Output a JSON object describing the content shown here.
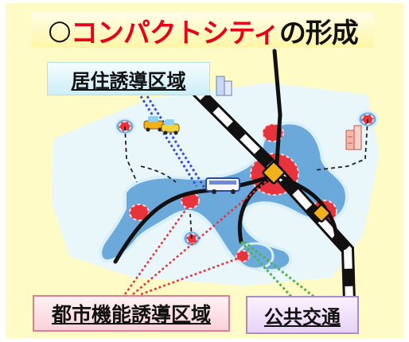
{
  "title": {
    "mark": "○",
    "emphasis": "コンパクトシティ",
    "rest": "の形成"
  },
  "labels": {
    "residential": "居住誘導区域",
    "urban": "都市機能誘導区域",
    "transit": "公共交通"
  },
  "colors": {
    "background": "#fffbc7",
    "residential_zone": "#6aa9d9",
    "urban_zone": "#e8323c",
    "rail": "#111111",
    "road": "#111111",
    "station": "#f2b11a",
    "transit_line": "#4fb34f",
    "residential_line": "#3a4fd8"
  },
  "icons": [
    "bus-icon",
    "car-icon",
    "building-icon",
    "train-icon",
    "station-icon"
  ]
}
